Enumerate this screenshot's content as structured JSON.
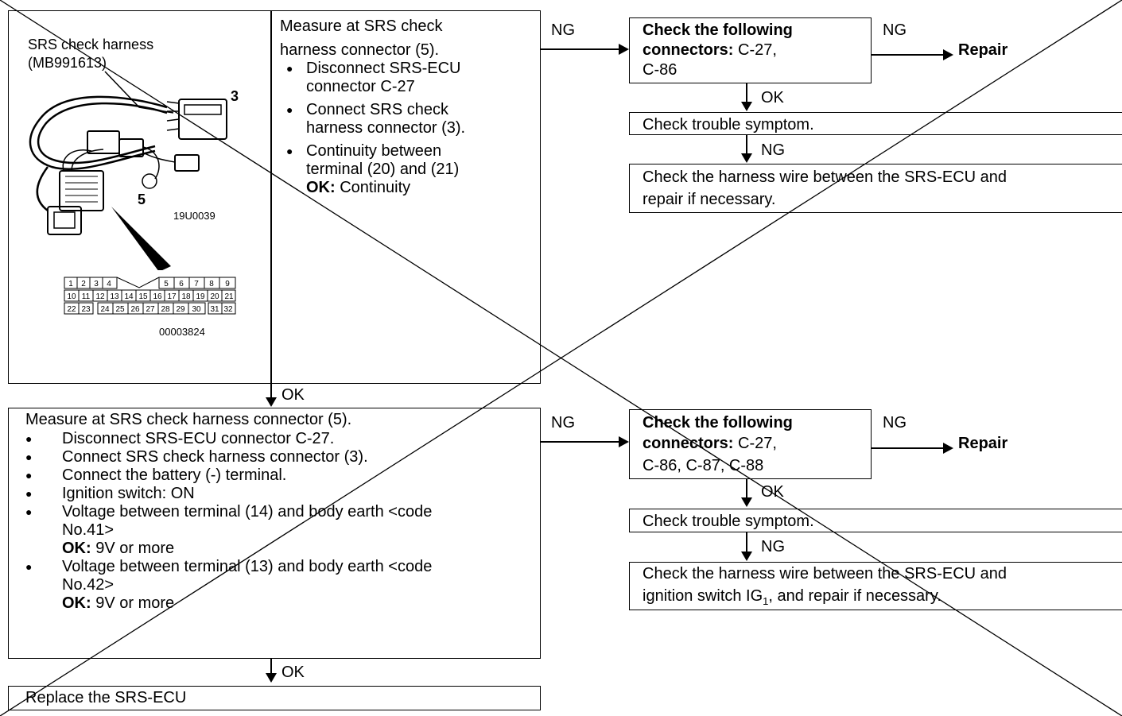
{
  "step1": {
    "figure": {
      "harness_label_line1": "SRS check harness",
      "harness_label_line2": "(MB991613)",
      "callout_3": "3",
      "callout_5": "5",
      "figure_code_1": "19U0039",
      "figure_code_2": "00003824",
      "pin_row1a": [
        "1",
        "2",
        "3",
        "4"
      ],
      "pin_row1b": [
        "5",
        "6",
        "7",
        "8",
        "9"
      ],
      "pin_row2": [
        "10",
        "11",
        "12",
        "13",
        "14",
        "15",
        "16",
        "17",
        "18",
        "19",
        "20",
        "21"
      ],
      "pin_row3a": [
        "22",
        "23"
      ],
      "pin_row3b": [
        "24",
        "25",
        "26",
        "27",
        "28",
        "29",
        "30"
      ],
      "pin_row3c": [
        "31",
        "32"
      ]
    },
    "instruction_line1": "Measure at SRS check",
    "instruction_line2": "harness connector (5).",
    "bullets": [
      {
        "line1": "Disconnect SRS-ECU",
        "line2": "connector C-27"
      },
      {
        "line1": "Connect SRS check",
        "line2": "harness connector (3)."
      },
      {
        "line1": "Continuity between",
        "line2": "terminal (20) and (21)"
      }
    ],
    "ok_label": "OK:",
    "ok_value": "Continuity",
    "ng_label": "NG",
    "ok_down_label": "OK"
  },
  "branch1": {
    "check_bold_line1": "Check the following",
    "check_bold_line2": "connectors:",
    "check_rest_line2": "C-27,",
    "check_line3": "C-86",
    "ng_label": "NG",
    "repair_label": "Repair",
    "ok_label": "OK",
    "symptom": "Check trouble symptom.",
    "ng2_label": "NG",
    "harness_line1": "Check the harness wire between the SRS-ECU and",
    "harness_line2": "repair if necessary."
  },
  "step2": {
    "instruction": "Measure at SRS check harness connector (5).",
    "bullets": [
      "Disconnect SRS-ECU connector C-27.",
      "Connect SRS check harness connector (3).",
      "Connect the battery (-) terminal.",
      "Ignition switch: ON"
    ],
    "voltage1_line1": "Voltage between terminal (14) and body earth <code",
    "voltage1_line2": "No.41>",
    "voltage1_ok_label": "OK:",
    "voltage1_ok_value": "9V or more",
    "voltage2_line1": "Voltage between terminal (13) and body earth <code",
    "voltage2_line2": "No.42>",
    "voltage2_ok_label": "OK:",
    "voltage2_ok_value": "9V or more",
    "ng_label": "NG",
    "ok_down_label": "OK"
  },
  "branch2": {
    "check_bold_line1": "Check the following",
    "check_bold_line2": "connectors:",
    "check_rest_line2": "C-27,",
    "check_line3": "C-86, C-87, C-88",
    "ng_label": "NG",
    "repair_label": "Repair",
    "ok_label": "OK",
    "symptom": "Check trouble symptom.",
    "ng2_label": "NG",
    "harness_line1": "Check the harness wire between the SRS-ECU and",
    "harness_line2_pre": "ignition switch IG",
    "harness_line2_sub": "1",
    "harness_line2_post": ", and repair if necessary."
  },
  "final": {
    "replace": "Replace the SRS-ECU"
  }
}
